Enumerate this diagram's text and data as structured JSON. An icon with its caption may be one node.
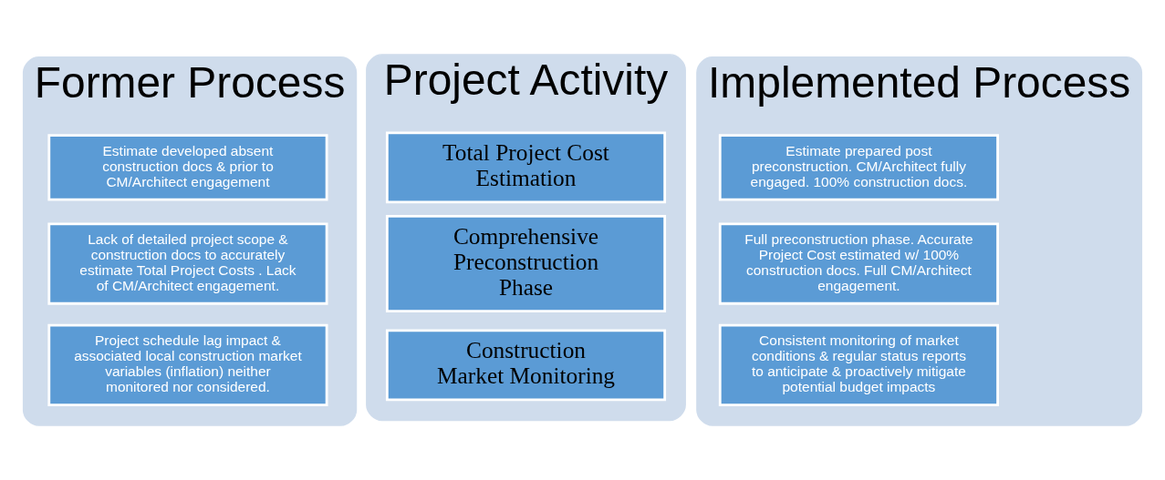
{
  "diagram": {
    "nodes": [
      {
        "text": [
          "Former Process"
        ]
      },
      {
        "text": [
          "Estimate developed absent construction docs & prior to CM/Architect engagement"
        ],
        "in": 0
      },
      {
        "text": [
          "Lack of detailed project scope & construction docs to accurately estimate Total Project Costs . Lack of CM/Architect engagement."
        ],
        "in": 0
      },
      {
        "text": [
          "Project schedule lag impact & associated local construction market variables (inflation) neither monitored nor considered."
        ],
        "in": 0
      },
      {
        "text": [
          "Project Activity"
        ]
      },
      {
        "text": [
          "Total Project Cost Estimation"
        ],
        "in": 4
      },
      {
        "text": [
          "Comprehensive Preconstruction Phase"
        ],
        "in": 4
      },
      {
        "text": [
          "Construction Market Monitoring"
        ],
        "in": 4
      },
      {
        "text": [
          "Implemented Process"
        ]
      },
      {
        "text": [
          "Estimate prepared post preconstruction. CM/Architect fully engaged. 100% construction docs."
        ],
        "in": 8
      },
      {
        "text": [
          "Full preconstruction phase. Accurate Project Cost estimated w/ 100% construction docs. Full CM/Architect engagement."
        ],
        "in": 8
      },
      {
        "text": [
          "Consistent monitoring of market conditions & regular status reports to anticipate & proactively mitigate potential budget impacts"
        ],
        "in": 8
      }
    ]
  }
}
